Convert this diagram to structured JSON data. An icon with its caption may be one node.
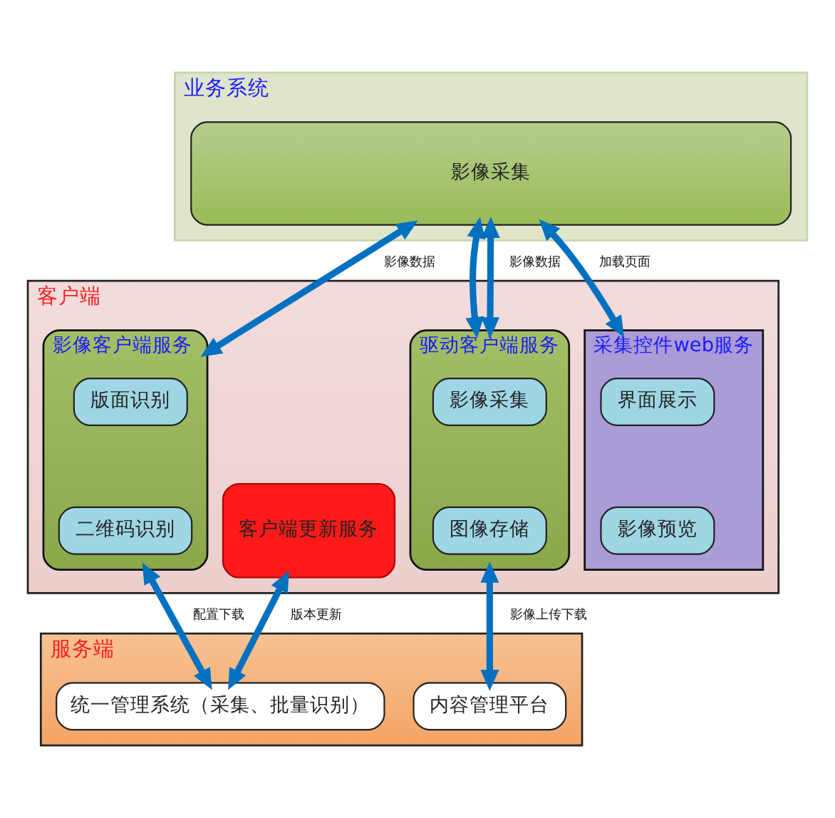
{
  "diagram": {
    "nodes": [
      {
        "text": [
          "业务系统"
        ]
      },
      {
        "text": [
          "影像采集"
        ],
        "in": 0
      },
      {
        "text": [
          "客户端"
        ]
      },
      {
        "text": [
          "影像客户端服务"
        ],
        "in": 2
      },
      {
        "text": [
          "版面识别"
        ],
        "in": 3
      },
      {
        "text": [
          "二维码识别"
        ],
        "in": 3
      },
      {
        "text": [
          "客户端更新服务"
        ],
        "in": 2
      },
      {
        "text": [
          "驱动客户端服务"
        ],
        "in": 2
      },
      {
        "text": [
          "影像采集"
        ],
        "in": 7
      },
      {
        "text": [
          "图像存储"
        ],
        "in": 7
      },
      {
        "text": [
          "采集控件web服务"
        ],
        "in": 2
      },
      {
        "text": [
          "界面展示"
        ],
        "in": 10
      },
      {
        "text": [
          "影像预览"
        ],
        "in": 10
      },
      {
        "text": [
          "服务端"
        ]
      },
      {
        "text": [
          "统一管理系统（采集、批量识别）"
        ],
        "in": 13
      },
      {
        "text": [
          "内容管理平台"
        ],
        "in": 13
      }
    ],
    "edges": [
      {
        "from": 1,
        "to": 3,
        "arrow": "both",
        "label": "影像数据"
      },
      {
        "from": 1,
        "to": 7,
        "arrow": "both"
      },
      {
        "from": 1,
        "to": 7,
        "arrow": "both",
        "label": "影像数据"
      },
      {
        "from": 1,
        "to": 10,
        "arrow": "both",
        "label": "加载页面"
      },
      {
        "from": 3,
        "to": 14,
        "arrow": "both",
        "label": "配置下载"
      },
      {
        "from": 6,
        "to": 14,
        "arrow": "both",
        "label": "版本更新"
      },
      {
        "from": 7,
        "to": 15,
        "arrow": "both",
        "label": "影像上传下载"
      }
    ]
  }
}
